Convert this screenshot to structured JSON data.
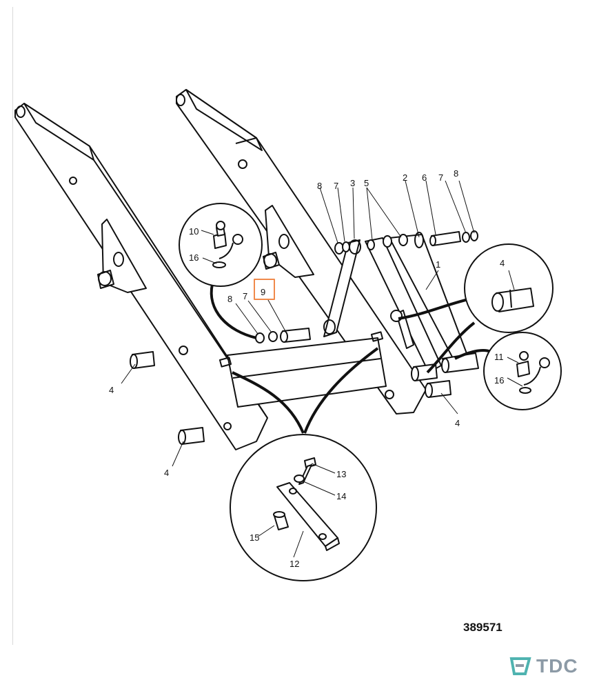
{
  "drawing": {
    "number": "389571",
    "callouts": [
      "1",
      "2",
      "3",
      "4",
      "5",
      "6",
      "7",
      "8",
      "9",
      "10",
      "11",
      "12",
      "13",
      "14",
      "15",
      "16"
    ],
    "highlight_color": "#f08a4b"
  },
  "logo": {
    "text": "TDC",
    "color": "#8c9aa6",
    "mark_color": "#4fb3b0"
  }
}
